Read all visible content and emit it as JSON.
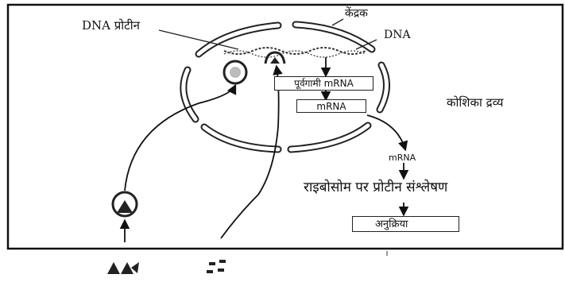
{
  "labels": {
    "dna_protein": "DNA प्रोटीन",
    "nucleus": "केंद्रक",
    "dna": "DNA",
    "cytoplasm": "कोशिका द्रव्य",
    "pre_mrna": "पूर्वगामी mRNA",
    "mrna_box": "mRNA",
    "mrna_small": "mRNA",
    "ribosome_synthesis": "राइबोसोम पर प्रोटीन संश्लेषण",
    "response": "अनुक्रिया"
  }
}
